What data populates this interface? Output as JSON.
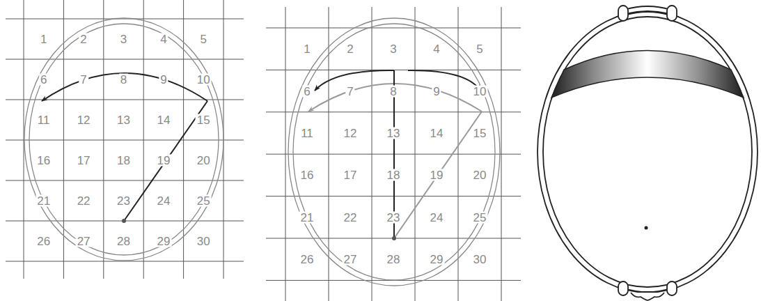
{
  "diagram": {
    "labels": [
      "1",
      "2",
      "3",
      "4",
      "5",
      "6",
      "7",
      "8",
      "9",
      "10",
      "11",
      "12",
      "13",
      "14",
      "15",
      "16",
      "17",
      "18",
      "19",
      "20",
      "21",
      "22",
      "23",
      "24",
      "25",
      "26",
      "27",
      "28",
      "29",
      "30",
      "1",
      "2",
      "3",
      "4",
      "5",
      "6",
      "7",
      "8",
      "9",
      "10",
      "11",
      "12",
      "13",
      "14",
      "15",
      "16",
      "17",
      "18",
      "19",
      "20",
      "21",
      "22",
      "23",
      "24",
      "25",
      "26",
      "27",
      "28",
      "29",
      "30"
    ]
  }
}
